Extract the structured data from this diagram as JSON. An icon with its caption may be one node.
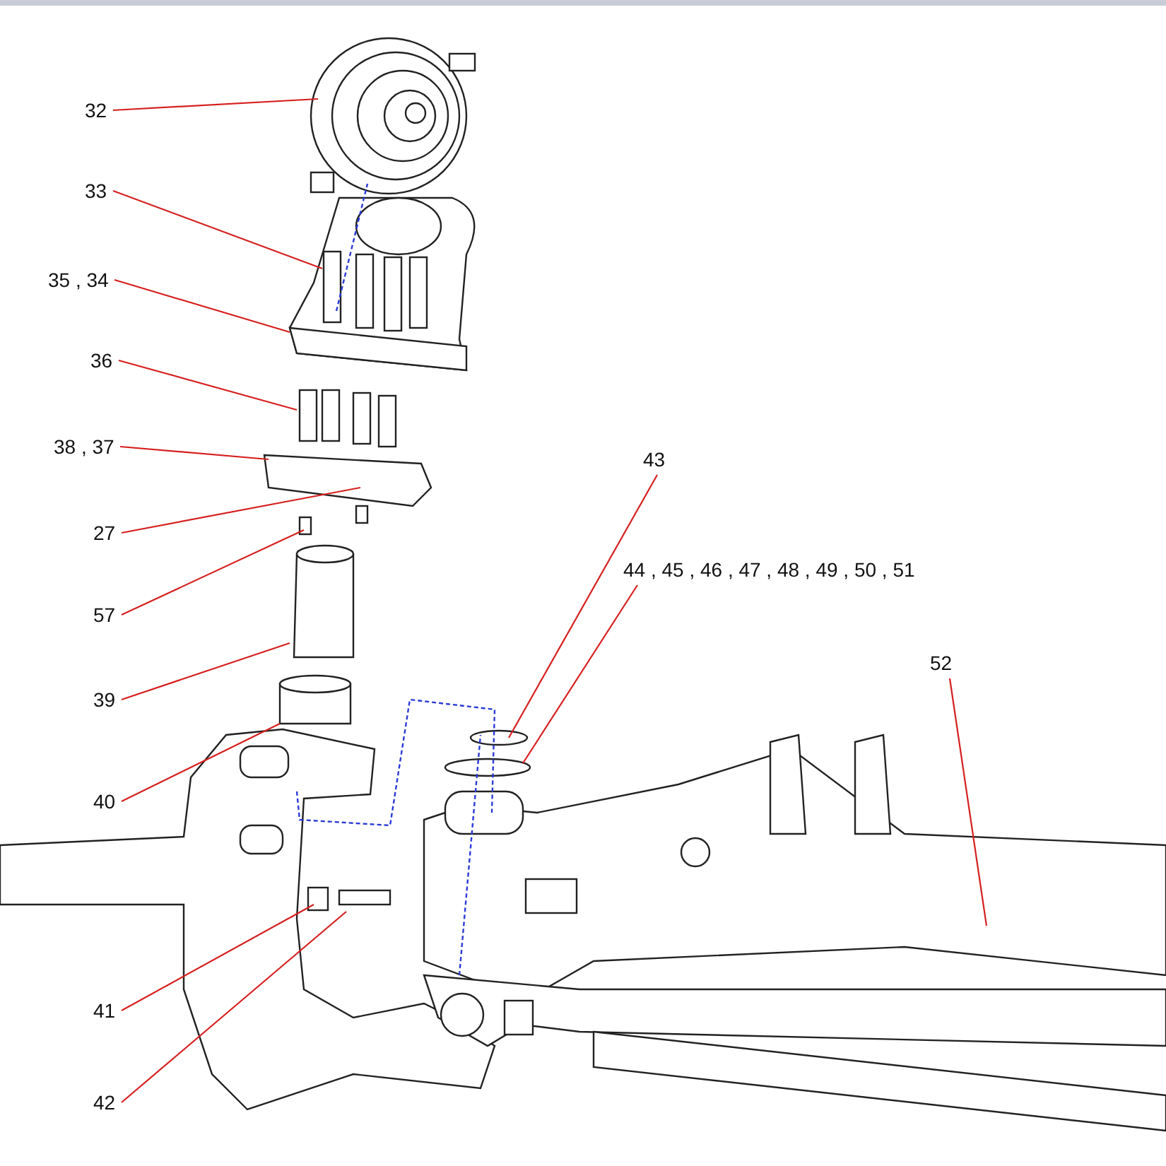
{
  "diagram": {
    "nodes": [
      {
        "text": [
          "32"
        ]
      },
      {
        "text": [
          "33"
        ]
      },
      {
        "text": [
          "35 , 34"
        ]
      },
      {
        "text": [
          "36"
        ]
      },
      {
        "text": [
          "38 , 37"
        ]
      },
      {
        "text": [
          "27"
        ]
      },
      {
        "text": [
          "57"
        ]
      },
      {
        "text": [
          "43"
        ]
      },
      {
        "text": [
          "44 , 45 , 46 , 47 , 48 , 49 , 50 , 51"
        ]
      },
      {
        "text": [
          "39"
        ]
      },
      {
        "text": [
          "52"
        ]
      },
      {
        "text": [
          "40"
        ]
      },
      {
        "text": [
          "41"
        ]
      },
      {
        "text": [
          "42"
        ]
      }
    ],
    "edges": [
      {
        "from": 0,
        "to": null,
        "arrow": "none"
      },
      {
        "from": 1,
        "to": null,
        "arrow": "none"
      },
      {
        "from": 2,
        "to": null,
        "arrow": "none"
      },
      {
        "from": 3,
        "to": null,
        "arrow": "none"
      },
      {
        "from": 4,
        "to": null,
        "arrow": "none"
      },
      {
        "from": 5,
        "to": null,
        "arrow": "none"
      },
      {
        "from": 6,
        "to": null,
        "arrow": "none"
      },
      {
        "from": 7,
        "to": null,
        "arrow": "none"
      },
      {
        "from": 8,
        "to": null,
        "arrow": "none"
      },
      {
        "from": 9,
        "to": null,
        "arrow": "none"
      },
      {
        "from": 10,
        "to": null,
        "arrow": "none"
      },
      {
        "from": 11,
        "to": null,
        "arrow": "none"
      },
      {
        "from": 12,
        "to": null,
        "arrow": "none"
      },
      {
        "from": 13,
        "to": null,
        "arrow": "none"
      }
    ]
  }
}
